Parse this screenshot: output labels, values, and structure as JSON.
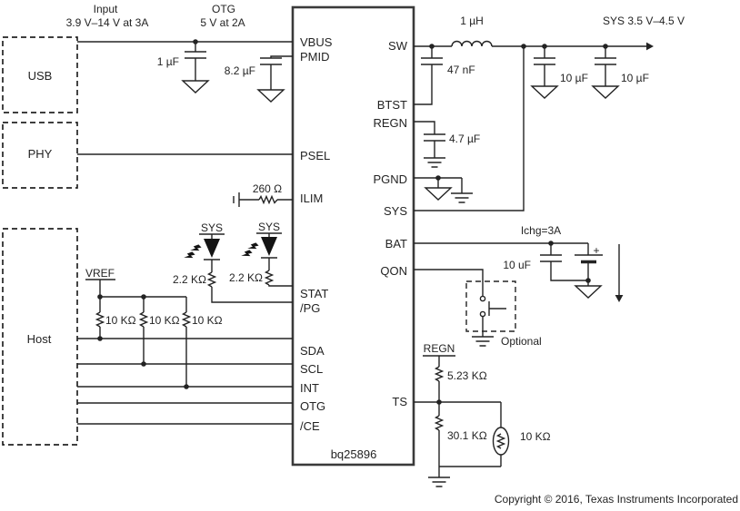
{
  "diagram": {
    "notes": {
      "input_title": "Input",
      "input_spec": "3.9 V–14 V at 3A",
      "otg_title": "OTG",
      "otg_spec": "5 V at 2A",
      "sys_output": "SYS 3.5 V–4.5 V",
      "ichg": "Ichg=3A",
      "optional": "Optional",
      "battery_plus": "+",
      "vref_rail": "VREF",
      "regn_rail": "REGN",
      "led1_rail": "SYS",
      "led2_rail": "SYS"
    },
    "blocks": {
      "usb": "USB",
      "phy": "PHY",
      "host": "Host"
    },
    "ic": {
      "name": "bq25896",
      "pins": {
        "vbus": "VBUS",
        "pmid": "PMID",
        "psel": "PSEL",
        "ilim": "ILIM",
        "stat": "STAT",
        "pg": "/PG",
        "sda": "SDA",
        "scl": "SCL",
        "int": "INT",
        "otg": "OTG",
        "ce": "/CE",
        "sw": "SW",
        "btst": "BTST",
        "regn": "REGN",
        "pgnd": "PGND",
        "sys": "SYS",
        "bat": "BAT",
        "qon": "QON",
        "ts": "TS"
      }
    },
    "components": {
      "c_input": "1 µF",
      "c_pmid": "8.2 µF",
      "c_btst": "47 nF",
      "l_out": "1 µH",
      "c_sys_1": "10 µF",
      "c_sys_2": "10 µF",
      "c_regn": "4.7 µF",
      "r_ilim": "260 Ω",
      "r_led_1": "2.2 KΩ",
      "r_led_2": "2.2 KΩ",
      "r_pullup_1": "10 KΩ",
      "r_pullup_2": "10 KΩ",
      "r_pullup_3": "10 KΩ",
      "c_bat": "10 uF",
      "r_ts_top": "5.23 KΩ",
      "r_ts_bottom": "30.1 KΩ",
      "r_ntc": "10 KΩ"
    },
    "footer": {
      "copyright": "Copyright © 2016, Texas Instruments Incorporated"
    }
  }
}
